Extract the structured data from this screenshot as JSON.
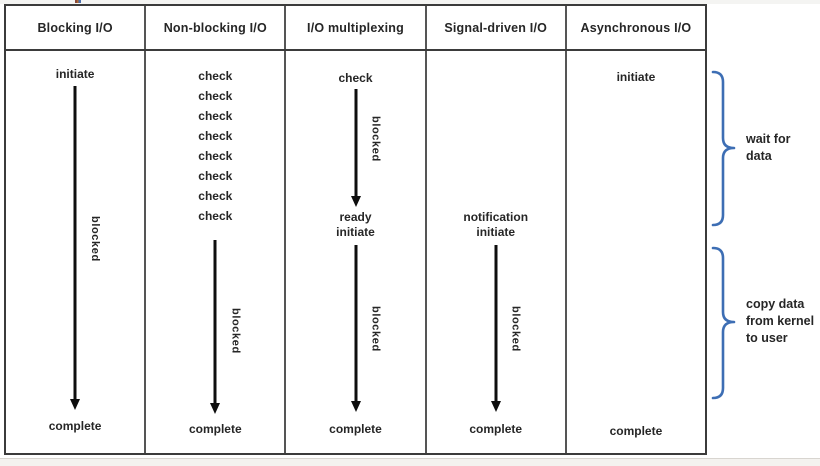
{
  "table": {
    "columns": [
      {
        "header": "Blocking I/O",
        "labels": {
          "initiate": "initiate",
          "blocked": "blocked",
          "complete": "complete"
        }
      },
      {
        "header": "Non-blocking I/O",
        "checks": [
          "check",
          "check",
          "check",
          "check",
          "check",
          "check",
          "check",
          "check"
        ],
        "labels": {
          "blocked": "blocked",
          "complete": "complete"
        }
      },
      {
        "header": "I/O multiplexing",
        "labels": {
          "check": "check",
          "blocked_wait": "blocked",
          "ready": "ready",
          "initiate": "initiate",
          "blocked_copy": "blocked",
          "complete": "complete"
        }
      },
      {
        "header": "Signal-driven I/O",
        "labels": {
          "notification": "notification",
          "initiate": "initiate",
          "blocked": "blocked",
          "complete": "complete"
        }
      },
      {
        "header": "Asynchronous I/O",
        "labels": {
          "initiate": "initiate",
          "complete": "complete"
        }
      }
    ]
  },
  "annotations": {
    "wait": {
      "lines": [
        "wait for",
        "data"
      ]
    },
    "copy": {
      "lines": [
        "copy data",
        "from kernel",
        "to user"
      ]
    }
  },
  "colors": {
    "brace_blue": "#3D6EB4",
    "text": "#262626",
    "table_border": "#3B3B3B",
    "arrow": "#0E0E0E"
  }
}
